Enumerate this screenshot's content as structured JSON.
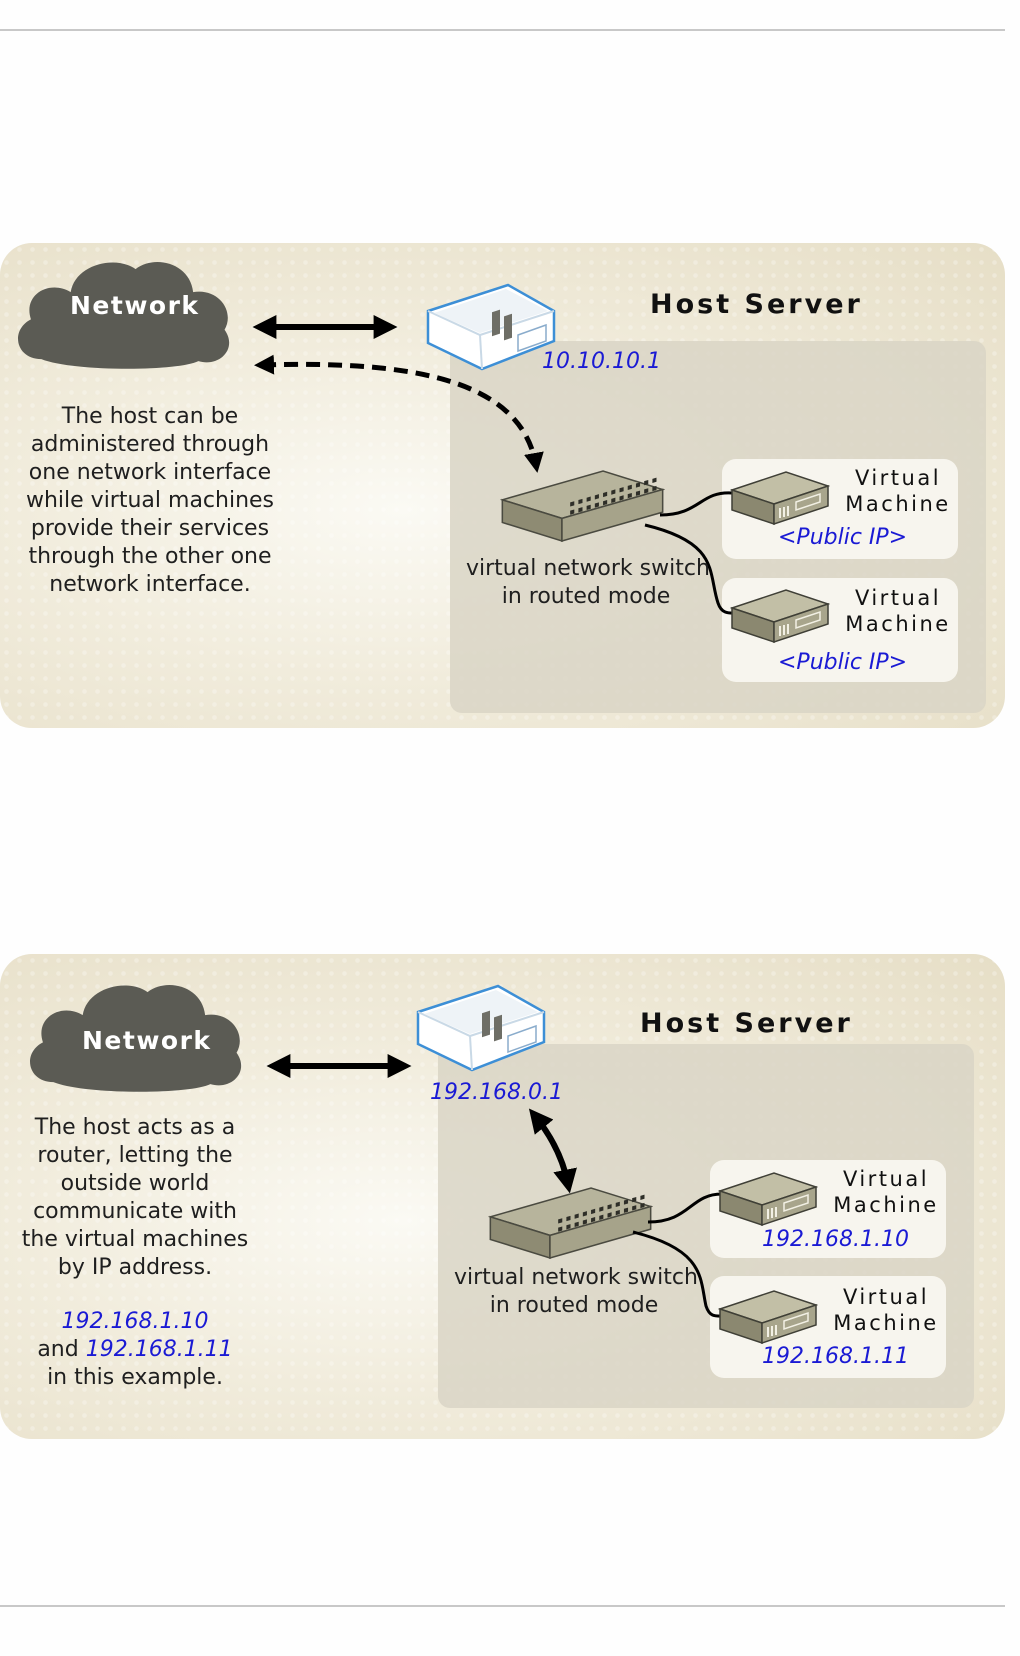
{
  "diagram_top": {
    "network_label": "Network",
    "host_title": "Host Server",
    "host_ip": "10.10.10.1",
    "description": [
      "The host can be",
      "administered through",
      "one network interface",
      "while virtual machines",
      "provide their services",
      "through the other one",
      "network interface."
    ],
    "switch_label": [
      "virtual network switch",
      "in routed mode"
    ],
    "vms": [
      {
        "label_line1": "Virtual",
        "label_line2": "Machine",
        "ip": "<Public IP>"
      },
      {
        "label_line1": "Virtual",
        "label_line2": "Machine",
        "ip": "<Public IP>"
      }
    ]
  },
  "diagram_bottom": {
    "network_label": "Network",
    "host_title": "Host Server",
    "host_ip": "192.168.0.1",
    "description": [
      "The host acts as a",
      "router, letting the",
      "outside world",
      "communicate with",
      "the virtual machines",
      "by IP address."
    ],
    "example_ip1": "192.168.1.10",
    "example_and": "and",
    "example_ip2": "192.168.1.11",
    "example_tail": "in this example.",
    "switch_label": [
      "virtual network switch",
      "in routed mode"
    ],
    "vms": [
      {
        "label_line1": "Virtual",
        "label_line2": "Machine",
        "ip": "192.168.1.10"
      },
      {
        "label_line1": "Virtual",
        "label_line2": "Machine",
        "ip": "192.168.1.11"
      }
    ]
  },
  "colors": {
    "cloud": "#5b5b54",
    "ip_text": "#1a1ad4",
    "server_outline": "#3d8fd6",
    "switch_body": "#9c9a82",
    "host_area": "#d8d4c4",
    "vm_box": "#f7f5ee"
  },
  "icons": [
    "cloud-icon",
    "server-icon",
    "switch-icon",
    "vm-icon",
    "double-arrow-icon",
    "dashed-arrow-icon"
  ]
}
